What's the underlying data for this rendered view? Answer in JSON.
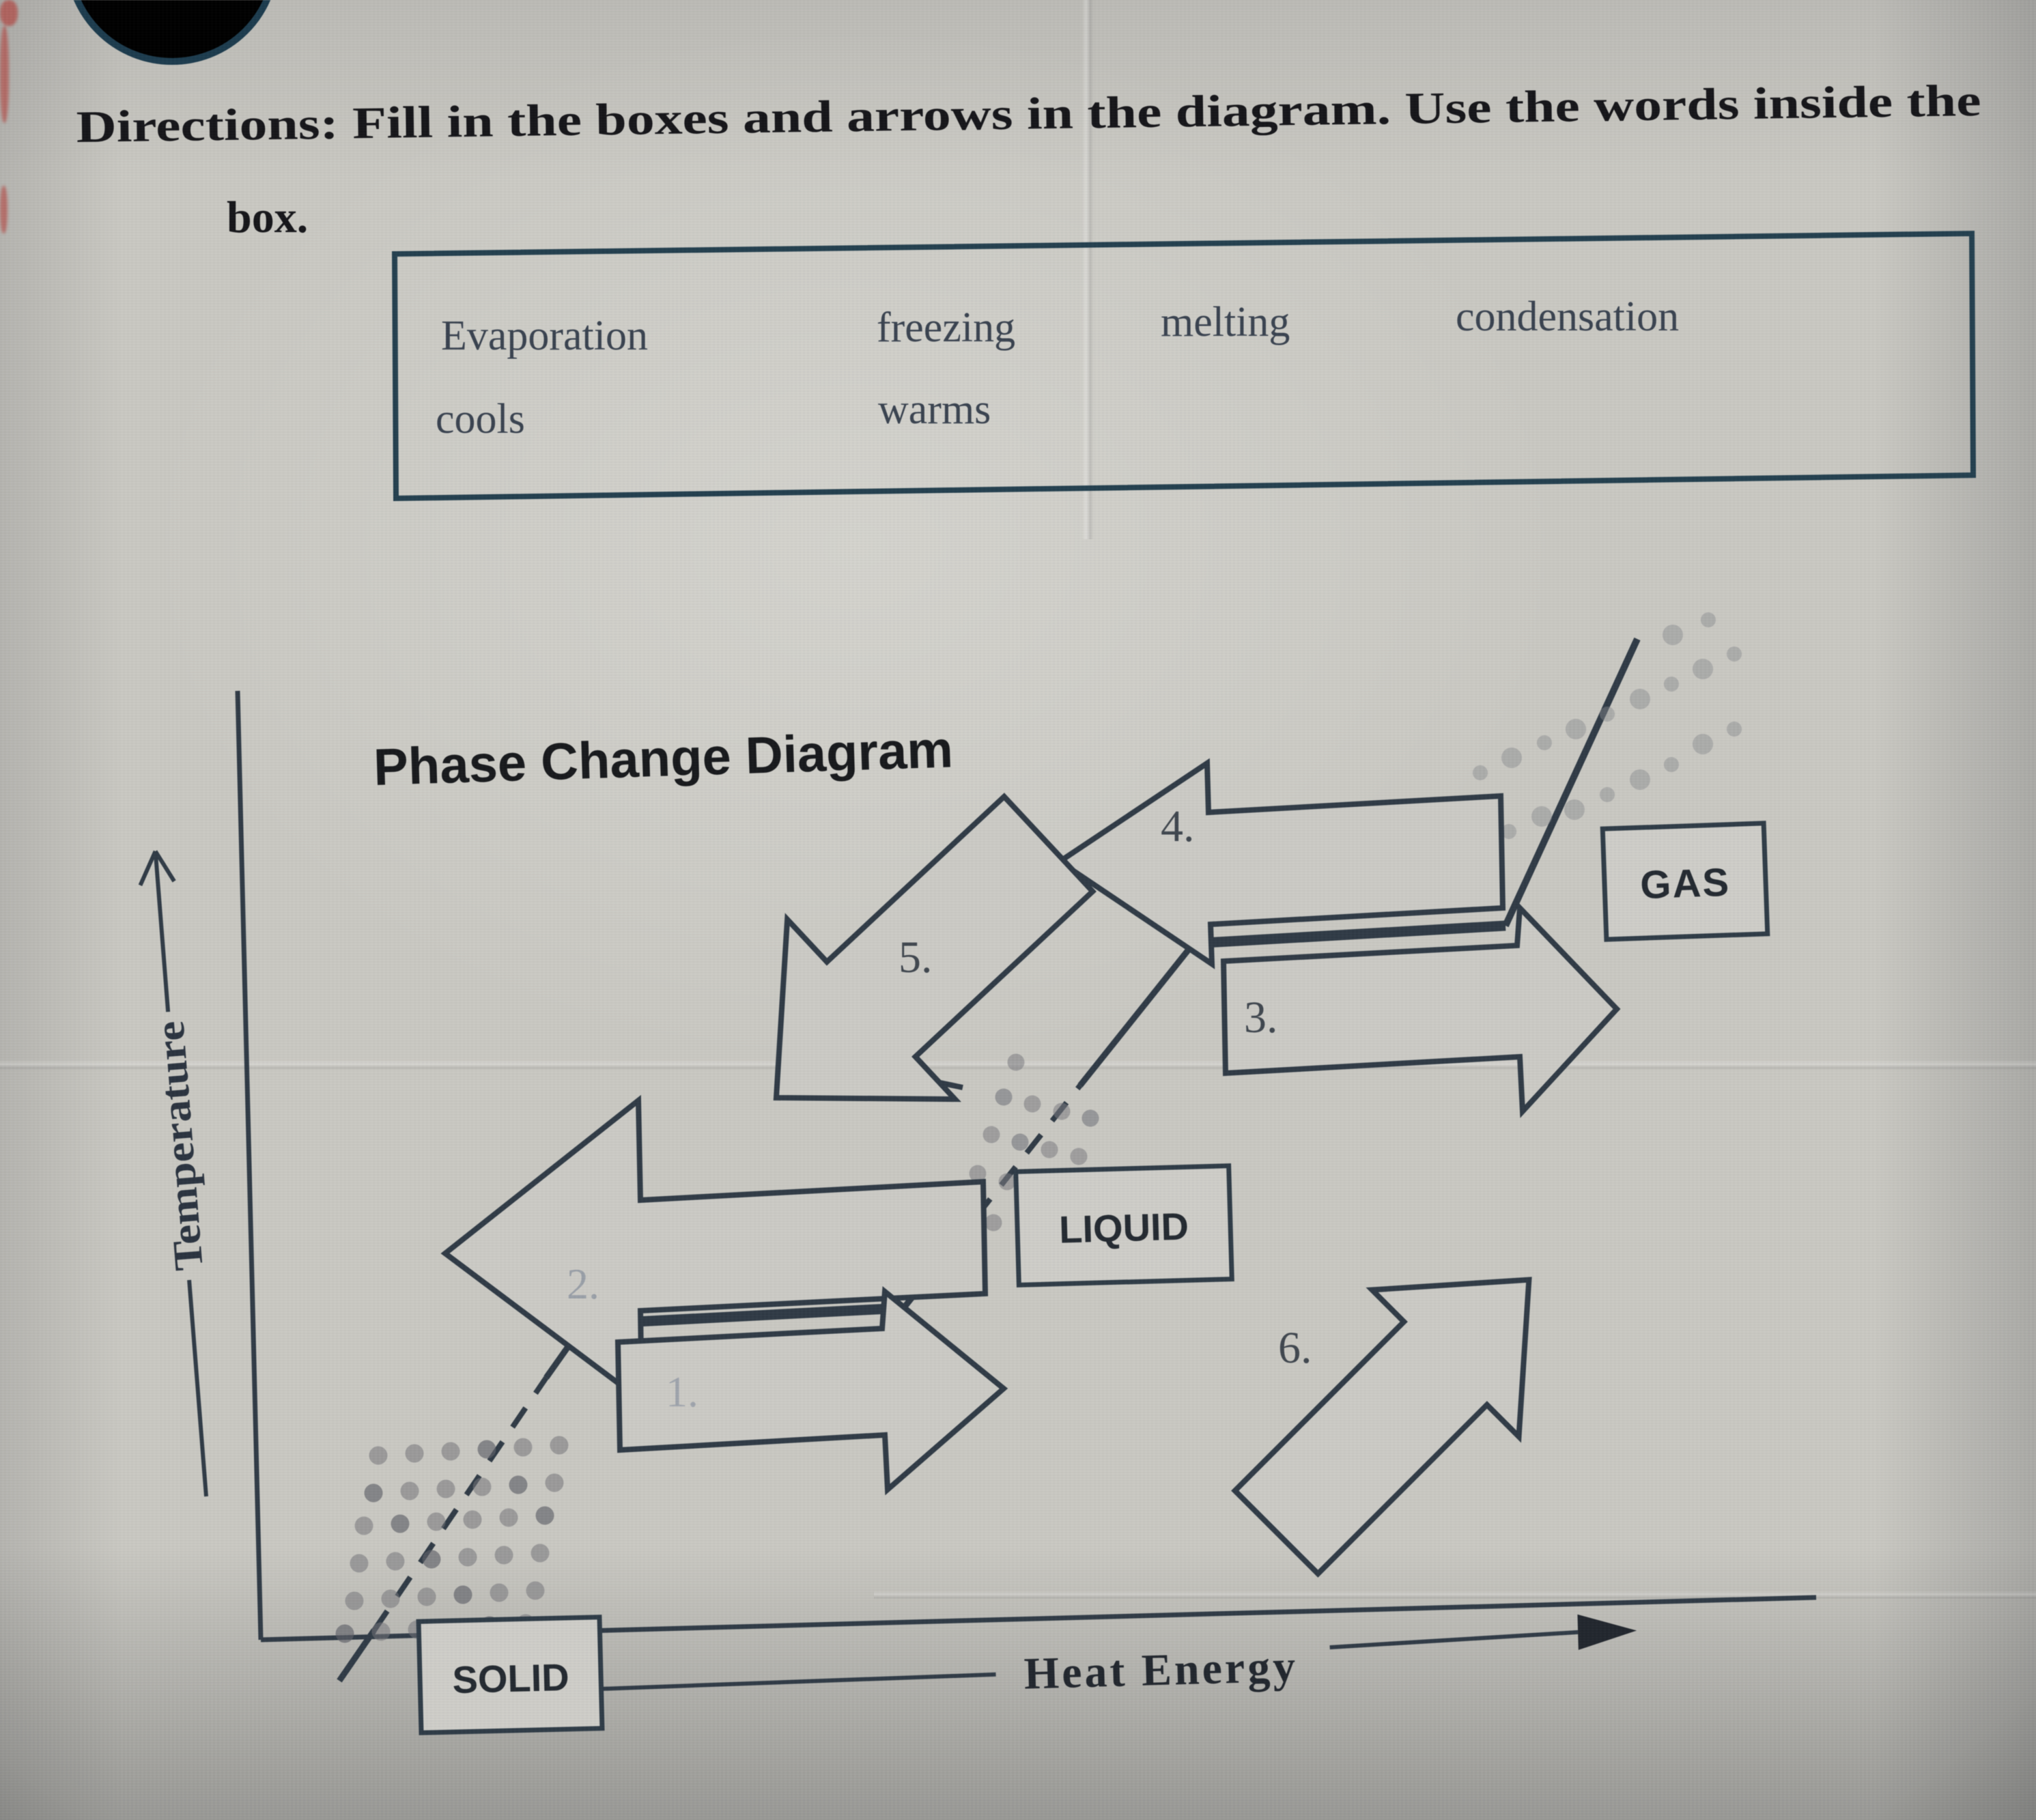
{
  "directions": {
    "line1": "Directions: Fill in the boxes and arrows in the diagram. Use the words inside the",
    "line2": "box."
  },
  "word_bank": {
    "row1": [
      "Evaporation",
      "freezing",
      "melting",
      "condensation"
    ],
    "row2": [
      "cools",
      "warms"
    ]
  },
  "diagram": {
    "title": "Phase Change Diagram",
    "y_axis_label": "Temperature",
    "x_axis_label": "Heat Energy",
    "states": [
      {
        "label": "SOLID"
      },
      {
        "label": "LIQUID"
      },
      {
        "label": "GAS"
      }
    ],
    "blanks": [
      {
        "number": "1."
      },
      {
        "number": "2."
      },
      {
        "number": "3."
      },
      {
        "number": "4."
      },
      {
        "number": "5."
      },
      {
        "number": "6."
      }
    ]
  },
  "colors": {
    "paper": "#c9c8c2",
    "diagram_ink": "#303b46",
    "word_bank_border": "#24404f",
    "directions_text": "#16161a",
    "word_text": "#3a4350",
    "faint_number": "#a0a5ad",
    "dark_number": "#40474f",
    "red_mark": "#b22a25"
  }
}
